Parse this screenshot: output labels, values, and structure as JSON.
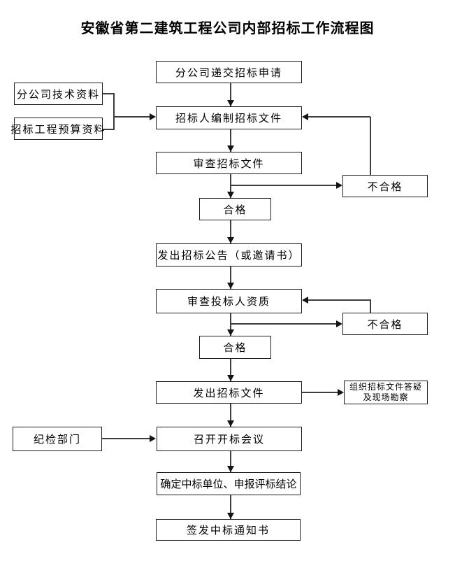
{
  "title": "安徽省第二建筑工程公司内部招标工作流程图",
  "nodes": {
    "submit_application": "分公司递交招标申请",
    "branch_technical_data": "分公司技术资料",
    "project_budget_data": "招标工程预算资料",
    "prepare_documents": "招标人编制招标文件",
    "review_documents": "审查招标文件",
    "unqualified_1": "不合格",
    "qualified_1": "合格",
    "issue_announcement": "发出招标公告（或邀请书）",
    "review_bidder_qualification": "审查投标人资质",
    "unqualified_2": "不合格",
    "qualified_2": "合格",
    "issue_bid_documents": "发出招标文件",
    "organize_qa_line1": "组织招标文件答疑",
    "organize_qa_line2": "及现场勘察",
    "discipline_department": "纪检部门",
    "hold_bid_opening": "召开开标会议",
    "determine_winner": "确定中标单位、申报评标结论",
    "issue_notice": "签发中标通知书"
  },
  "colors": {
    "background": "#ffffff",
    "text": "#000000",
    "border": "#1e1e1e",
    "line": "#3d3d3d",
    "arrow": "#141414"
  }
}
